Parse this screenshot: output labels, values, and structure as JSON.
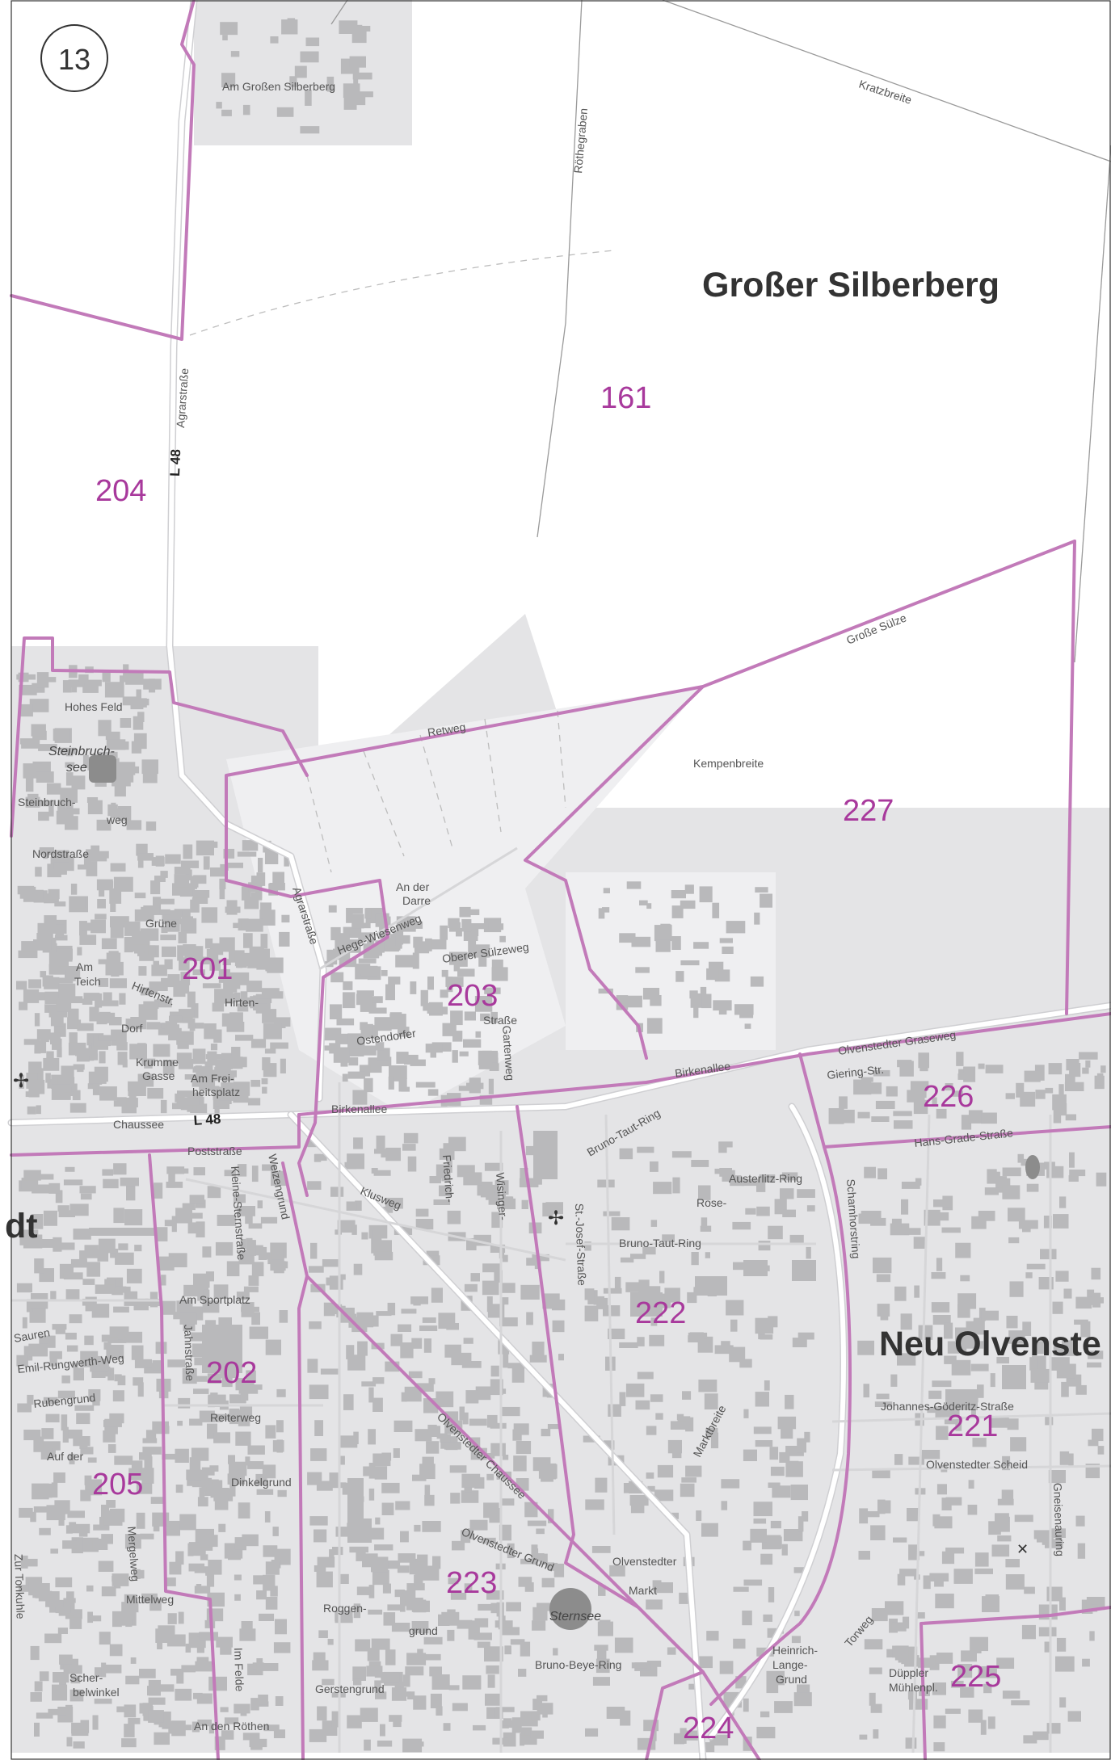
{
  "map": {
    "sheet_number": "13",
    "area_names": {
      "grosser_silberberg": "Großer Silberberg",
      "neu_olvenstedt": "Neu Olvenste",
      "partial_left": "dt"
    },
    "districts": [
      {
        "id": "d161",
        "label": "161"
      },
      {
        "id": "d204",
        "label": "204"
      },
      {
        "id": "d227",
        "label": "227"
      },
      {
        "id": "d201",
        "label": "201"
      },
      {
        "id": "d203",
        "label": "203"
      },
      {
        "id": "d226",
        "label": "226"
      },
      {
        "id": "d222",
        "label": "222"
      },
      {
        "id": "d202",
        "label": "202"
      },
      {
        "id": "d221",
        "label": "221"
      },
      {
        "id": "d205",
        "label": "205"
      },
      {
        "id": "d223",
        "label": "223"
      },
      {
        "id": "d225",
        "label": "225"
      },
      {
        "id": "d224",
        "label": "224"
      }
    ],
    "streets": {
      "am_grossen_silberberg": "Am Großen Silberberg",
      "kratzbreite": "Kratzbreite",
      "roethegraben": "Röthegraben",
      "agrarstrasse": "Agrarstraße",
      "l48": "L 48",
      "grosse_suelze": "Große Sülze",
      "hohes_feld": "Hohes Feld",
      "steinbruchsee": "Steinbruch-see",
      "retweg": "Retweg",
      "kempenbreite": "Kempenbreite",
      "steinbruchweg": "Steinbruch-weg",
      "nordstrasse": "Nordstraße",
      "an_der_darre": "An der Darre",
      "oberer_suelzeweg": "Oberer Sülzeweg",
      "hegewiesenweg": "Hege-Wiesenweg",
      "ostendorfer": "Ostendorfer",
      "strasse": "Straße",
      "gartenweg": "Gartenweg",
      "olvenstedter_graseweg": "Olvenstedter Graseweg",
      "birkenallee": "Birkenallee",
      "giering_str": "Giering-Str.",
      "hans_grade_strasse": "Hans-Grade-Straße",
      "chaussee": "Chaussee",
      "poststrasse": "Poststraße",
      "klusweg": "Klusweg",
      "bruno_taut_ring": "Bruno-Taut-Ring",
      "austerlitz_ring": "Austerlitz-Ring",
      "rose": "Rose-",
      "scharnhorstring": "Scharnhorstring",
      "st_josef_strasse": "St.-Josef-Straße",
      "am_sportplatz": "Am Sportplatz",
      "reiterweg": "Reiterweg",
      "dinkelgrund": "Dinkelgrund",
      "johannes_goederitz": "Johannes-Göderitz-Straße",
      "olvenstedter_scheid": "Olvenstedter Scheid",
      "olvenstedter_chaussee": "Olvenstedter Chaussee",
      "olvenstedter_grund": "Olvenstedter Grund",
      "olvenstedter_markt": "Olvenstedter Markt",
      "marktbreite": "Marktbreite",
      "mittelweg": "Mittelweg",
      "sternsee": "Sternsee",
      "bruno_beye_ring": "Bruno-Beye-Ring",
      "gerstengrund": "Gerstengrund",
      "roggengrund": "Roggen-grund",
      "an_den_roethen": "An den Röthen",
      "im_felde": "Im Felde",
      "torweg": "Torweg",
      "duppler_muehlenpl": "Düppler Mühlenpl.",
      "heinrich_lange_grund": "Heinrich-Lange-Grund",
      "greisenaring": "Gneisenauring",
      "emil_rungwerth_weg": "Emil-Rungwerth-Weg",
      "rubengrund": "Rubengrund",
      "auf_der": "Auf der",
      "mergelweg": "Mergelweg",
      "zur_tonkuhle": "Zur Tonkuhle",
      "jahnstrasse": "Jahnstraße",
      "kleine_sternstrasse": "Kleine-Sternstraße",
      "weizengrund": "Weizengrund",
      "wisinger": "Wisinger-",
      "friedrich": "Friedrich-",
      "am_teich": "Am Teich",
      "hirtenstr": "Hirtenstr.",
      "gruene": "Grüne",
      "krumme_gasse": "Krumme Gasse",
      "am_freiheitsplatz": "Am Frei-heitsplatz",
      "dorf": "Dorf",
      "sauren": "Sauren",
      "scher_belwinkel": "Scher-belwinkel",
      "feldstrasse_partial": "Hirten-"
    },
    "symbols": {
      "church": "✢",
      "cross_mark": "✕"
    }
  }
}
